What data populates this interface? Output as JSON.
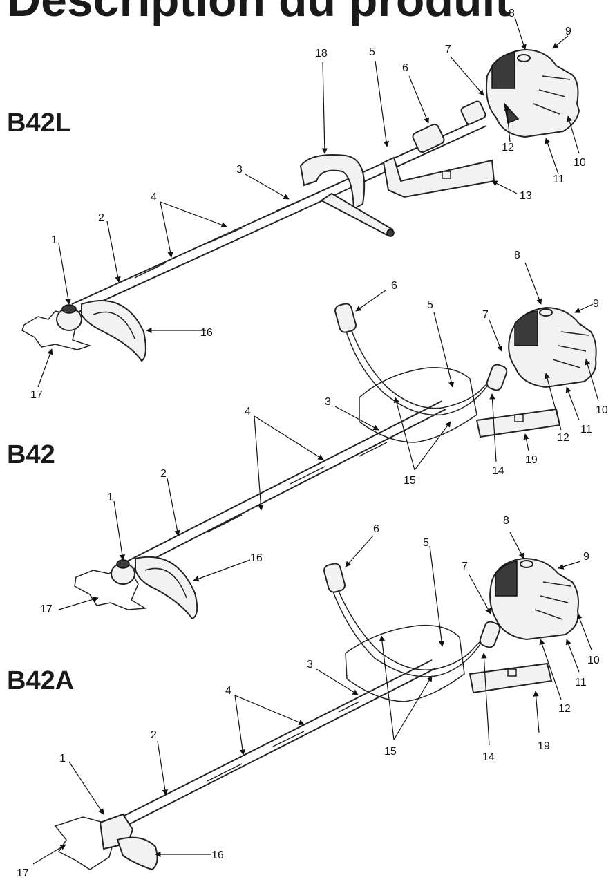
{
  "title": "Description du produit",
  "models": {
    "b42l": {
      "label": "B42L",
      "callouts": [
        "1",
        "2",
        "3",
        "4",
        "5",
        "6",
        "7",
        "8",
        "9",
        "10",
        "11",
        "12",
        "13",
        "16",
        "17",
        "18"
      ]
    },
    "b42": {
      "label": "B42",
      "callouts": [
        "1",
        "2",
        "3",
        "4",
        "5",
        "6",
        "7",
        "8",
        "9",
        "10",
        "11",
        "12",
        "14",
        "15",
        "16",
        "17",
        "19"
      ]
    },
    "b42a": {
      "label": "B42A",
      "callouts": [
        "1",
        "2",
        "3",
        "4",
        "5",
        "6",
        "7",
        "8",
        "9",
        "10",
        "11",
        "12",
        "14",
        "15",
        "16",
        "17",
        "19"
      ]
    }
  }
}
